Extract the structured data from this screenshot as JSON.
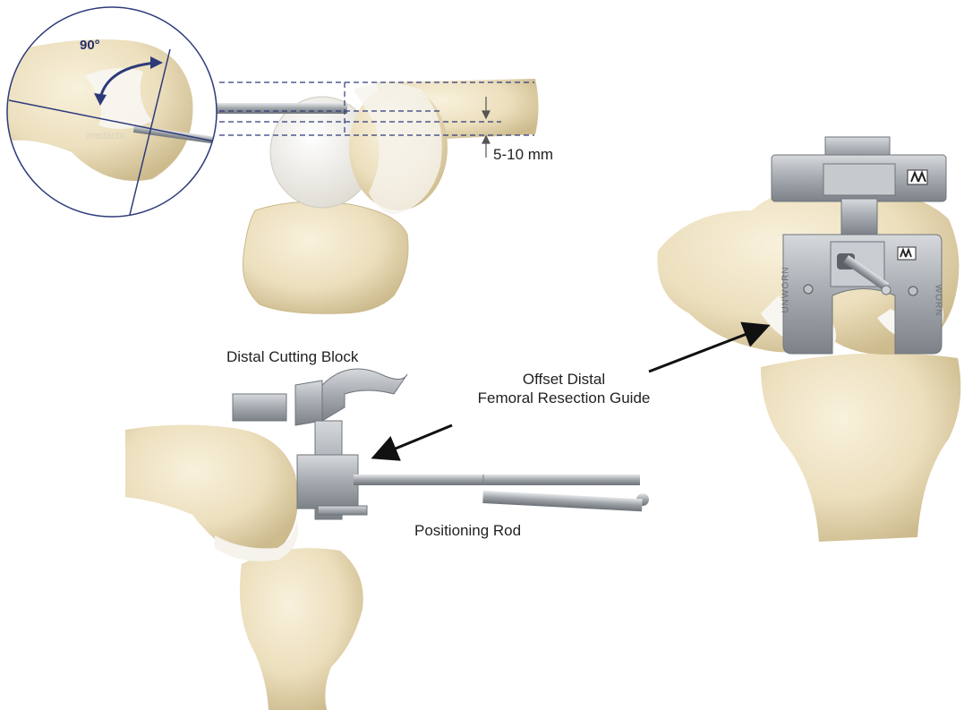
{
  "labels": {
    "measurement": "5-10 mm",
    "angle": "90°",
    "distal_cutting_block": "Distal Cutting Block",
    "offset_guide_line1": "Offset Distal",
    "offset_guide_line2": "Femoral Resection Guide",
    "positioning_rod": "Positioning Rod"
  },
  "engravings": {
    "left": "UNWORN",
    "right": "WORN",
    "brand": "medacta"
  },
  "colors": {
    "bone": "#efe6cc",
    "bone_shadow": "#d8c9a0",
    "cartilage": "#f7f6f1",
    "metal": "#a9aeb3",
    "metal_dark": "#6f757b",
    "guide_lines": "#2d3a7a",
    "arrow": "#111111"
  }
}
